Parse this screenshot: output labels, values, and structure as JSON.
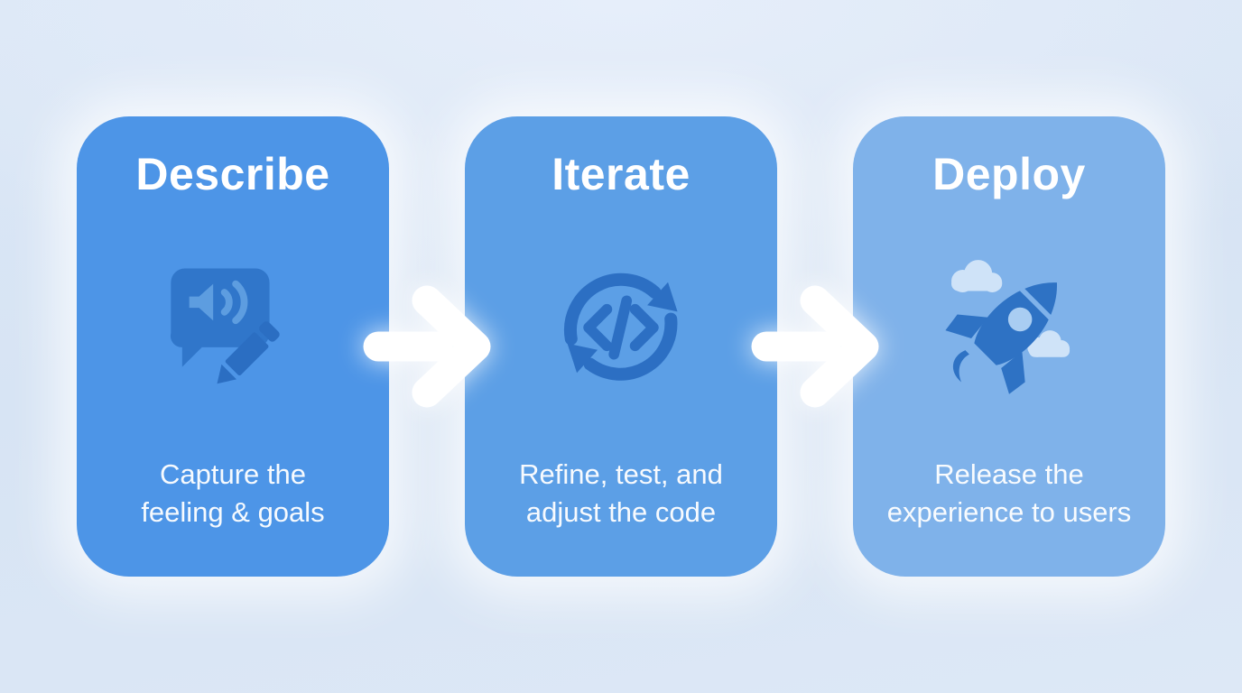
{
  "diagram": {
    "type": "process-flow",
    "background_color": "#d9e6f6",
    "arrow_color": "#ffffff",
    "icon_color": "#2c6fc3",
    "steps": [
      {
        "title": "Describe",
        "subtitle": "Capture the\nfeeling & goals",
        "icon": "speech-bubble-speaker-pencil-icon",
        "card_color": "#4d95e7"
      },
      {
        "title": "Iterate",
        "subtitle": "Refine, test, and\nadjust the code",
        "icon": "code-cycle-icon",
        "card_color": "#5c9fe6"
      },
      {
        "title": "Deploy",
        "subtitle": "Release the\nexperience to users",
        "icon": "rocket-clouds-icon",
        "card_color": "#7fb2ea"
      }
    ]
  }
}
